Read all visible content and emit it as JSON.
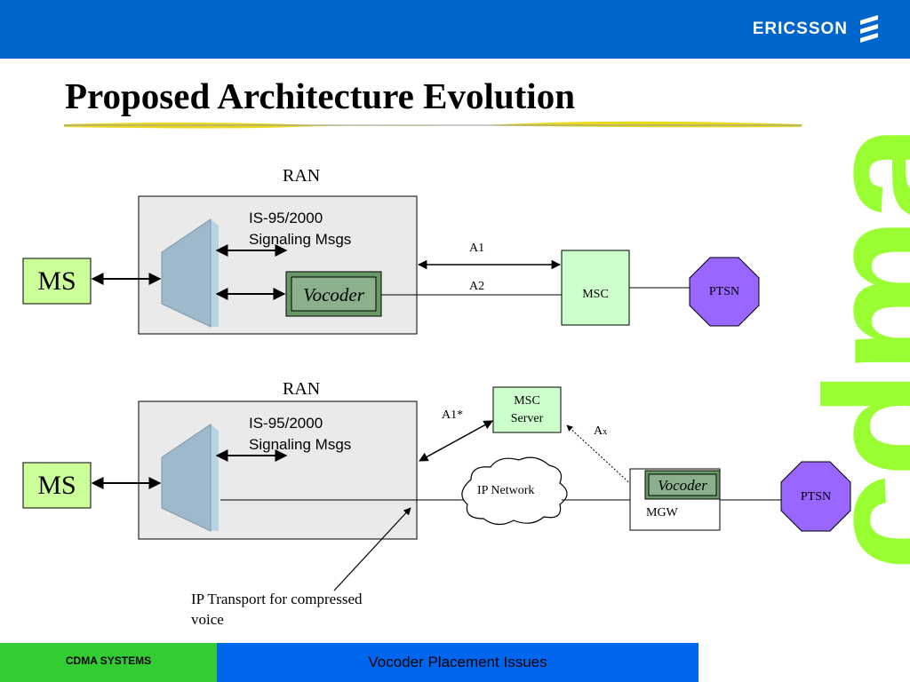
{
  "header": {
    "brand": "ERICSSON",
    "title": "Proposed Architecture Evolution"
  },
  "watermark": {
    "text": "cdma",
    "color": "#99ff33"
  },
  "diagram_top": {
    "ran_label": "RAN",
    "signaling_line1": "IS-95/2000",
    "signaling_line2": "Signaling Msgs",
    "ms_label": "MS",
    "vocoder_label": "Vocoder",
    "a1_label": "A1",
    "a2_label": "A2",
    "msc_label": "MSC",
    "ptsn_label": "PTSN"
  },
  "diagram_bottom": {
    "ran_label": "RAN",
    "signaling_line1": "IS-95/2000",
    "signaling_line2": "Signaling Msgs",
    "ms_label": "MS",
    "a1_label": "A1*",
    "msc_server_line1": "MSC",
    "msc_server_line2": "Server",
    "ax_label": "A",
    "ax_sub": "x",
    "ip_network_label": "IP Network",
    "vocoder_label": "Vocoder",
    "mgw_label": "MGW",
    "ptsn_label": "PTSN",
    "transport_line1": "IP Transport for compressed",
    "transport_line2": "voice"
  },
  "footer": {
    "left": "CDMA SYSTEMS",
    "right": "Vocoder Placement Issues"
  },
  "colors": {
    "header": "#0066cc",
    "ms_fill": "#ccff99",
    "msc_fill": "#ccffcc",
    "ptsn_fill": "#9966ff",
    "vocoder_fill": "#669966",
    "ran_fill": "#eaeaea",
    "footer_left": "#33cc33",
    "footer_right": "#0066ee"
  }
}
